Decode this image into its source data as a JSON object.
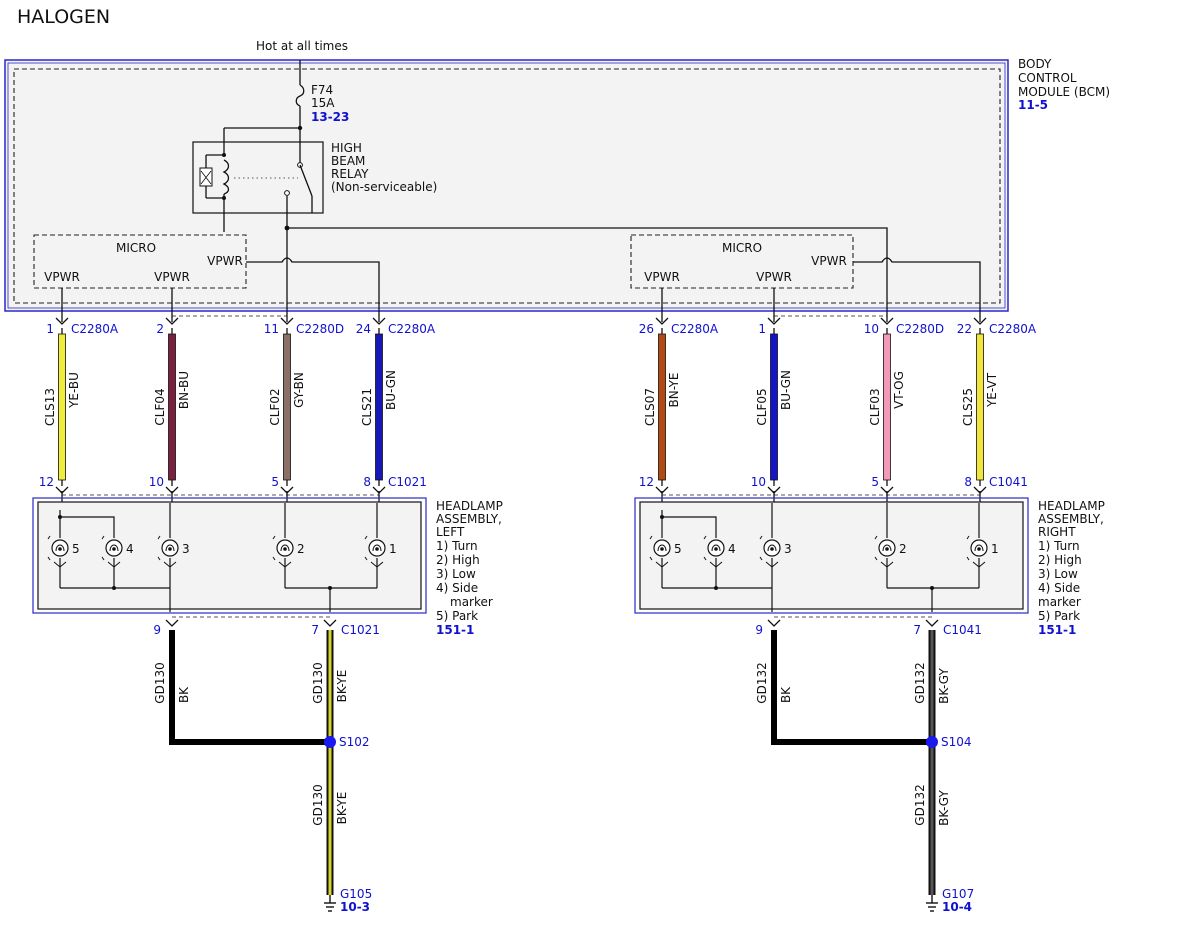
{
  "title": "HALOGEN",
  "power_source": "Hot at all times",
  "colors": {
    "module_border": "#2828c8",
    "label_blue": "#1010d0",
    "splice_dot": "#1a1aee",
    "YE-BU": "#f0ec3c",
    "BN-BU": "#7a2040",
    "GY-BN": "#8a7066",
    "BU-GN": "#1818b8",
    "BN-YE": "#b24a14",
    "BU-GN-R": "#1414c8",
    "VT-OG": "#f29ab6",
    "YE-VT": "#f2e63e",
    "BK": "#000000",
    "BK-YE": "#d6d42a",
    "BK-GY": "#555555"
  },
  "bcm": {
    "name_lines": [
      "BODY",
      "CONTROL",
      "MODULE (BCM)"
    ],
    "ref": "11-5",
    "fuse": {
      "name": "F74",
      "rating": "15A",
      "ref": "13-23"
    },
    "relay_lines": [
      "HIGH",
      "BEAM",
      "RELAY",
      "(Non-serviceable)"
    ],
    "micro_left": {
      "label": "MICRO",
      "pins": [
        "VPWR",
        "VPWR",
        "VPWR"
      ]
    },
    "micro_right": {
      "label": "MICRO",
      "pins": [
        "VPWR",
        "VPWR",
        "VPWR"
      ]
    }
  },
  "wires_top": [
    {
      "pin": "1",
      "connector": "C2280A",
      "circuit": "CLS13",
      "color": "YE-BU",
      "lower_pin": "12",
      "lower_connector": ""
    },
    {
      "pin": "2",
      "connector": "",
      "circuit": "CLF04",
      "color": "BN-BU",
      "lower_pin": "10",
      "lower_connector": ""
    },
    {
      "pin": "11",
      "connector": "C2280D",
      "circuit": "CLF02",
      "color": "GY-BN",
      "lower_pin": "5",
      "lower_connector": ""
    },
    {
      "pin": "24",
      "connector": "C2280A",
      "circuit": "CLS21",
      "color": "BU-GN",
      "lower_pin": "8",
      "lower_connector": "C1021"
    },
    {
      "pin": "26",
      "connector": "C2280A",
      "circuit": "CLS07",
      "color": "BN-YE",
      "lower_pin": "12",
      "lower_connector": ""
    },
    {
      "pin": "1",
      "connector": "",
      "circuit": "CLF05",
      "color": "BU-GN",
      "lower_pin": "10",
      "lower_connector": ""
    },
    {
      "pin": "10",
      "connector": "C2280D",
      "circuit": "CLF03",
      "color": "VT-OG",
      "lower_pin": "5",
      "lower_connector": ""
    },
    {
      "pin": "22",
      "connector": "C2280A",
      "circuit": "CLS25",
      "color": "YE-VT",
      "lower_pin": "8",
      "lower_connector": "C1041"
    }
  ],
  "headlamp_left": {
    "name_lines": [
      "HEADLAMP",
      "ASSEMBLY,",
      "LEFT"
    ],
    "legend": [
      "1) Turn",
      "2) High",
      "3) Low",
      "4) Side",
      "marker",
      "5) Park"
    ],
    "ref": "151-1",
    "bulbs": [
      "5",
      "4",
      "3",
      "2",
      "1"
    ]
  },
  "headlamp_right": {
    "name_lines": [
      "HEADLAMP",
      "ASSEMBLY,",
      "RIGHT"
    ],
    "legend": [
      "1) Turn",
      "2) High",
      "3) Low",
      "4) Side",
      "marker",
      "5) Park"
    ],
    "ref": "151-1",
    "bulbs": [
      "5",
      "4",
      "3",
      "2",
      "1"
    ]
  },
  "ground_left": {
    "pin_a": "9",
    "pin_b": "7",
    "connector": "C1021",
    "wire_a": {
      "circuit": "GD130",
      "color": "BK"
    },
    "wire_b": {
      "circuit": "GD130",
      "color": "BK-YE"
    },
    "splice": "S102",
    "wire_c": {
      "circuit": "GD130",
      "color": "BK-YE"
    },
    "ground": "G105",
    "ground_ref": "10-3"
  },
  "ground_right": {
    "pin_a": "9",
    "pin_b": "7",
    "connector": "C1041",
    "wire_a": {
      "circuit": "GD132",
      "color": "BK"
    },
    "wire_b": {
      "circuit": "GD132",
      "color": "BK-GY"
    },
    "splice": "S104",
    "wire_c": {
      "circuit": "GD132",
      "color": "BK-GY"
    },
    "ground": "G107",
    "ground_ref": "10-4"
  }
}
